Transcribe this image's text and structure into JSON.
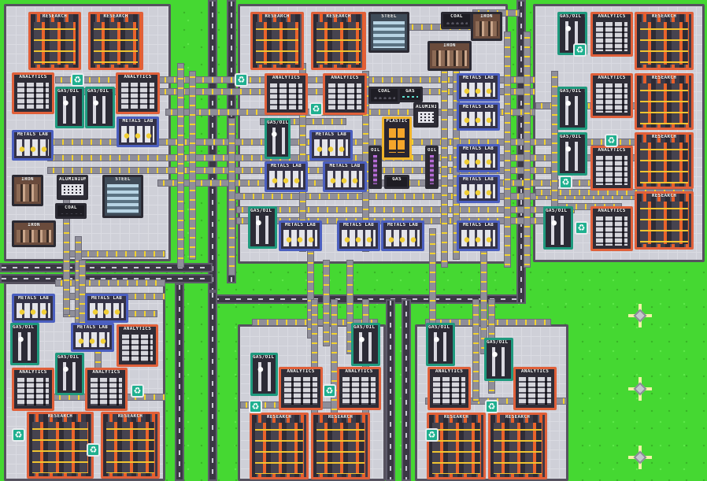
{
  "scene": "factory-map",
  "labels": {
    "research": "RESEARCH",
    "analytics": "ANALYTICS",
    "metals": "METALS LAB",
    "gasoil": "GAS/OIL LAB",
    "steel": "STEEL",
    "coal": "COAL",
    "iron": "IRON",
    "aluminium": "ALUMINIUM",
    "gas": "GAS",
    "oil": "OIL",
    "plastic": "PLASTIC"
  },
  "icons": {
    "recycle": "recycle-icon",
    "recycle_glyph": "♻",
    "waypoint": "waypoint-marker-icon"
  },
  "colors": {
    "grass": "#45d832",
    "road": "#3a3744",
    "floor": "#cfd0d8",
    "research_border": "#e0603a",
    "metals_border": "#4b5fc0",
    "gasoil_border": "#1f9a7e",
    "belt_arrow": "#f2d230",
    "plastic_border": "#f0b42a"
  }
}
